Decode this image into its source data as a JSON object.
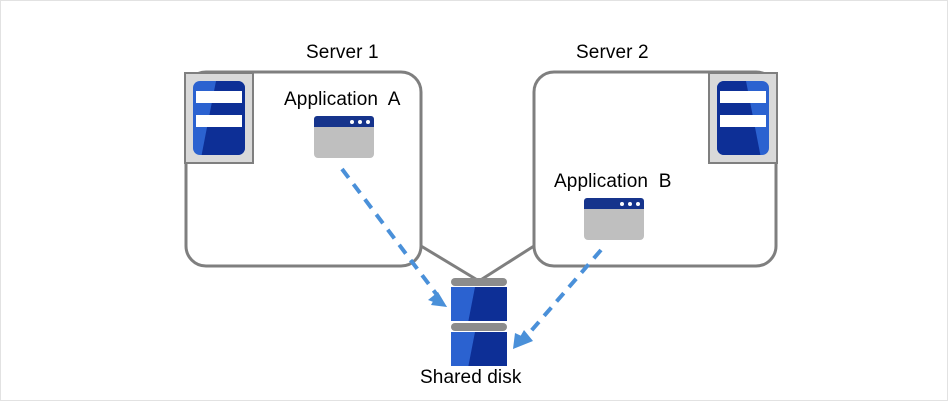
{
  "diagram": {
    "title_present": false,
    "background_color": "#ffffff",
    "border_color": "#e2e2e2",
    "palette": {
      "outline_gray": "#7f7f7f",
      "icon_tray_gray": "#d9d9d9",
      "chip_blue_light": "#2b62d0",
      "chip_blue_dark": "#0d2f96",
      "window_titlebar_blue": "#16348c",
      "window_body_gray": "#bfbfbf",
      "disk_bar_gray": "#8c8c8c",
      "arrow_blue": "#4a90d9",
      "text_black": "#000000"
    }
  },
  "nodes": {
    "server1": {
      "label": "Server 1",
      "icon": "server-machine-icon",
      "icon_position": "top-left",
      "app": {
        "label": "Application  A",
        "icon": "application-window-icon"
      }
    },
    "server2": {
      "label": "Server 2",
      "icon": "server-machine-icon",
      "icon_position": "top-right",
      "app": {
        "label": "Application  B",
        "icon": "application-window-icon"
      }
    },
    "storage": {
      "label": "Shared disk",
      "icon": "disk-stack-icon",
      "platters": 2
    }
  },
  "connectors": [
    {
      "name": "server1-to-disk",
      "from": "server1",
      "to": "storage",
      "style": "solid",
      "color": "#7f7f7f",
      "arrowhead": false
    },
    {
      "name": "server2-to-disk",
      "from": "server2",
      "to": "storage",
      "style": "solid",
      "color": "#7f7f7f",
      "arrowhead": false
    },
    {
      "name": "applicationA-to-disk",
      "from": "Application  A",
      "to": "Shared disk",
      "style": "dashed",
      "color": "#4a90d9",
      "arrowhead": true
    },
    {
      "name": "applicationB-to-disk",
      "from": "Application  B",
      "to": "Shared disk",
      "style": "dashed",
      "color": "#4a90d9",
      "arrowhead": true
    }
  ]
}
